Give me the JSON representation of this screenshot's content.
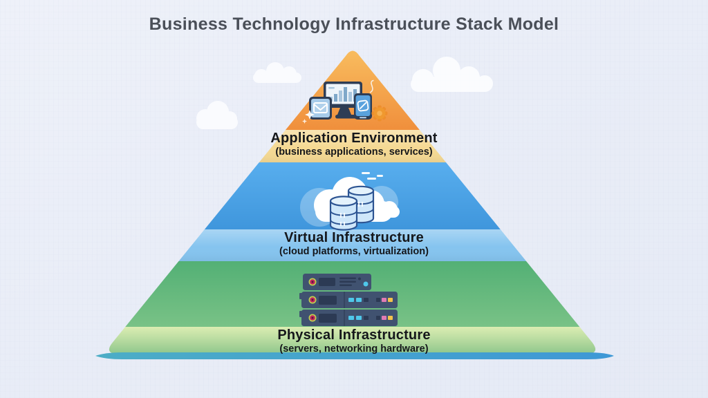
{
  "title": "Business Technology Infrastructure Stack Model",
  "title_color": "#4a4f58",
  "background_color": "#e9edf7",
  "layers": [
    {
      "id": "application-environment",
      "name": "Application Environment",
      "subtitle": "(business applications, services)",
      "icon": "devices-icon",
      "color_top": "#f9c162",
      "color_bottom": "#f08f3c",
      "label_band_color": "#f5d993"
    },
    {
      "id": "virtual-infrastructure",
      "name": "Virtual Infrastructure",
      "subtitle": "(cloud platforms, virtualization)",
      "icon": "cloud-database-icon",
      "color_top": "#58aeee",
      "color_bottom": "#3f96dc",
      "label_band_color": "#85c4ef"
    },
    {
      "id": "physical-infrastructure",
      "name": "Physical Infrastructure",
      "subtitle": "(servers, networking hardware)",
      "icon": "server-rack-icon",
      "color_top": "#53b075",
      "color_bottom": "#79c286",
      "label_band_color": "#cfe4a8"
    }
  ],
  "base_line_color": "#45a3cc",
  "text_color": "#15171b"
}
